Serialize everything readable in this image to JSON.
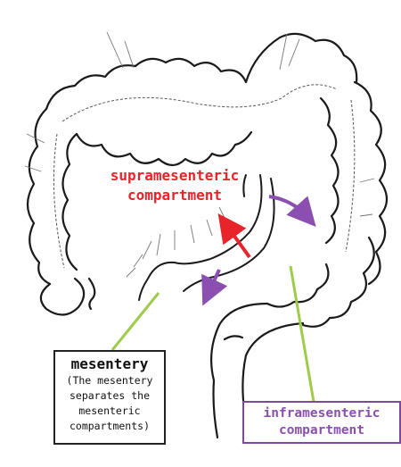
{
  "diagram": {
    "labels": {
      "supra_line1": "supramesenteric",
      "supra_line2": "compartment",
      "mesentery_title": "mesentery",
      "mesentery_note_lines": [
        "(The mesentery",
        "separates the",
        "mesenteric",
        "compartments)"
      ],
      "infra_line1": "inframesenteric",
      "infra_line2": "compartment"
    },
    "colors": {
      "supra": "#e8232a",
      "infra": "#8a4fb0",
      "pointer": "#9ccc4a",
      "outline": "#222222"
    }
  }
}
